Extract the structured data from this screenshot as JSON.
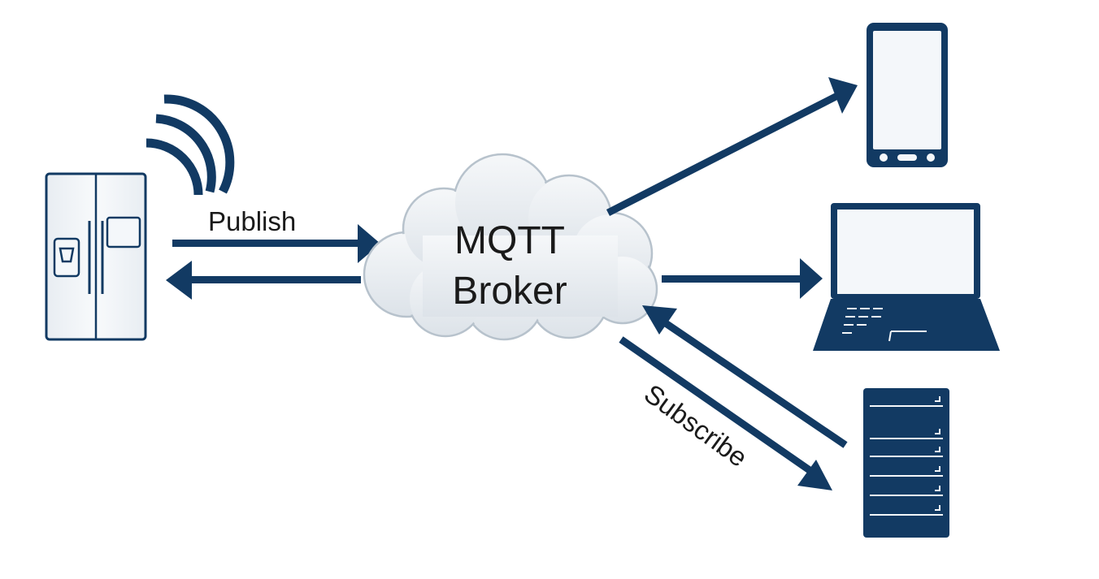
{
  "diagram": {
    "broker": {
      "line1": "MQTT",
      "line2": "Broker"
    },
    "labels": {
      "publish": "Publish",
      "subscribe": "Subscribe"
    },
    "colors": {
      "primary": "#123a63",
      "cloud_fill": "#e9edf1",
      "cloud_stroke": "#b7c2cc",
      "device_fill": "#f4f7fa"
    },
    "devices": {
      "publisher": "refrigerator-icon",
      "subscribers": [
        "smartphone-icon",
        "laptop-icon",
        "server-icon"
      ],
      "signal": "wifi-signal-icon"
    }
  }
}
